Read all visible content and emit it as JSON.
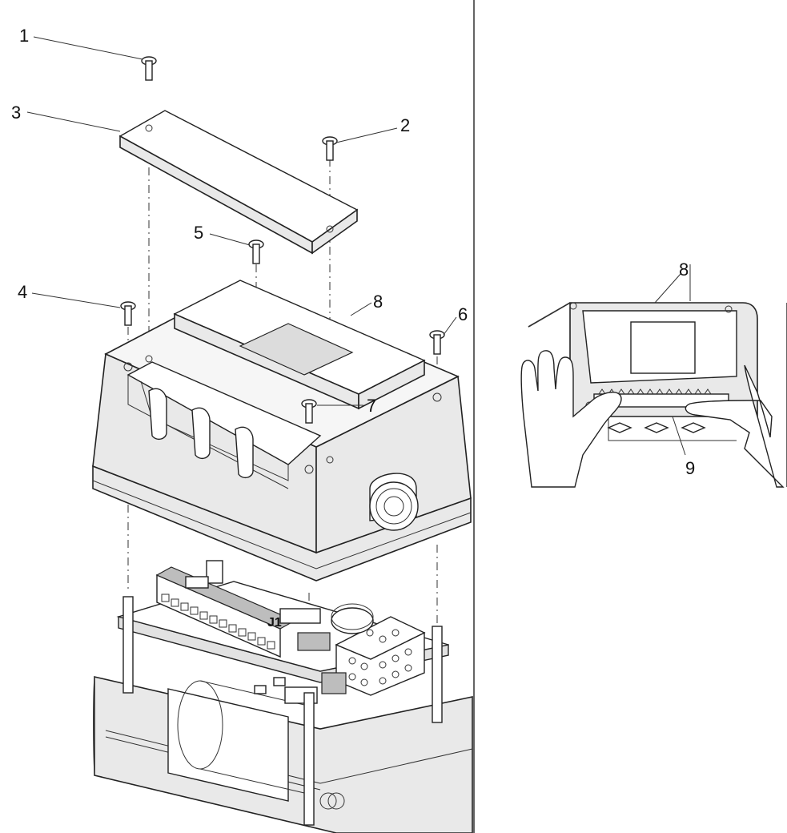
{
  "callouts": {
    "c1": "1",
    "c2": "2",
    "c3": "3",
    "c4": "4",
    "c5": "5",
    "c6": "6",
    "c7": "7",
    "c8": "8",
    "c9": "9",
    "j1": "J1"
  }
}
